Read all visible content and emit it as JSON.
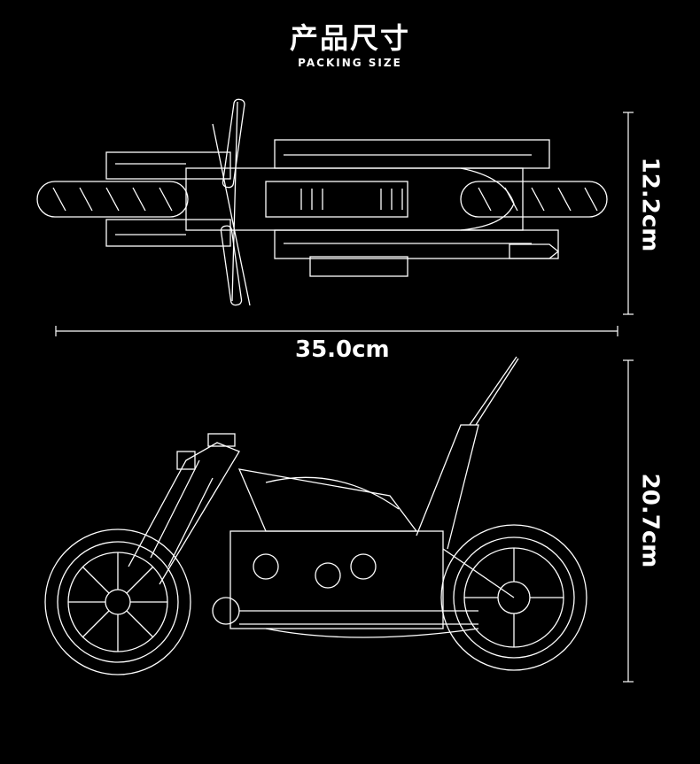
{
  "header": {
    "title": "产品尺寸",
    "subtitle": "PACKING SIZE"
  },
  "dimensions": {
    "width": "12.2cm",
    "length": "35.0cm",
    "height": "20.7cm"
  },
  "colors": {
    "background": "#000000",
    "line": "#ffffff"
  }
}
